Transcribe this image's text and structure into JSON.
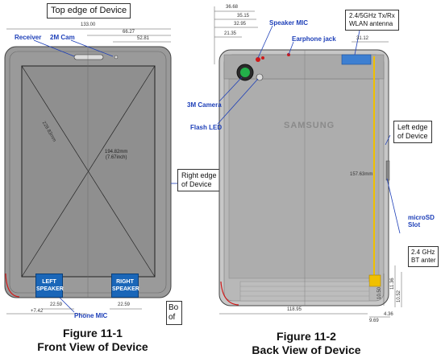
{
  "front": {
    "top_edge_label": "Top edge of Device",
    "receiver_label": "Receiver",
    "cam2m_label": "2M Cam",
    "dim_width": "133.00",
    "dim_a": "66.27",
    "dim_b": "52.81",
    "diag_a": "228.83mm",
    "diag_b": "194.82mm",
    "diag_b2": "(7.67inch)",
    "right_edge_label": "Right edge of Device",
    "left_speaker_line1": "LEFT",
    "left_speaker_line2": "SPEAKER",
    "right_speaker_line1": "RIGHT",
    "right_speaker_line2": "SPEAKER",
    "phone_mic_label": "Phone MIC",
    "dim_bottom_left": "+7.42",
    "dim_bottom_a": "22.59",
    "dim_bottom_b": "22.59",
    "bottom_edge_partial_1": "Bo",
    "bottom_edge_partial_2": "of",
    "figure_title": "Figure 11-1",
    "figure_subtitle": "Front View of Device"
  },
  "back": {
    "dim_top_a": "36.68",
    "dim_top_b": "35.15",
    "dim_top_c": "32.95",
    "dim_top_d": "21.35",
    "dim_top_e": "31.12",
    "speaker_mic_label": "Speaker MIC",
    "earphone_label": "Earphone jack",
    "wlan_line1": "2.4/5GHz Tx/Rx",
    "wlan_line2": "WLAN antenna",
    "camera_label": "3M Camera",
    "flash_label": "Flash LED",
    "brand": "SAMSUNG",
    "left_edge_line1": "Left edge",
    "left_edge_line2": "of Device",
    "height_dim": "157.63mm",
    "microsd_line1": "microSD",
    "microsd_line2": "Slot",
    "bt_line1": "2.4 GHz",
    "bt_line2": "BT anter",
    "dim_bottom_width": "118.95",
    "dim_bottom_c": "9.69",
    "dim_bottom_d": "4.36",
    "dim_side_a": "10.50",
    "dim_side_b": "11.36",
    "dim_side_c": "10.52",
    "figure_title": "Figure 11-2",
    "figure_subtitle": "Back View of Device"
  },
  "colors": {
    "device_fill": "#9a9a9a",
    "screen_fill": "#8f8f8f",
    "speaker_blue": "#1a66b8",
    "callout_text": "#1d3fb8",
    "antenna_yellow": "#f0c000",
    "wlan_blue": "#3d7fd1",
    "red_marker": "#d01818"
  }
}
